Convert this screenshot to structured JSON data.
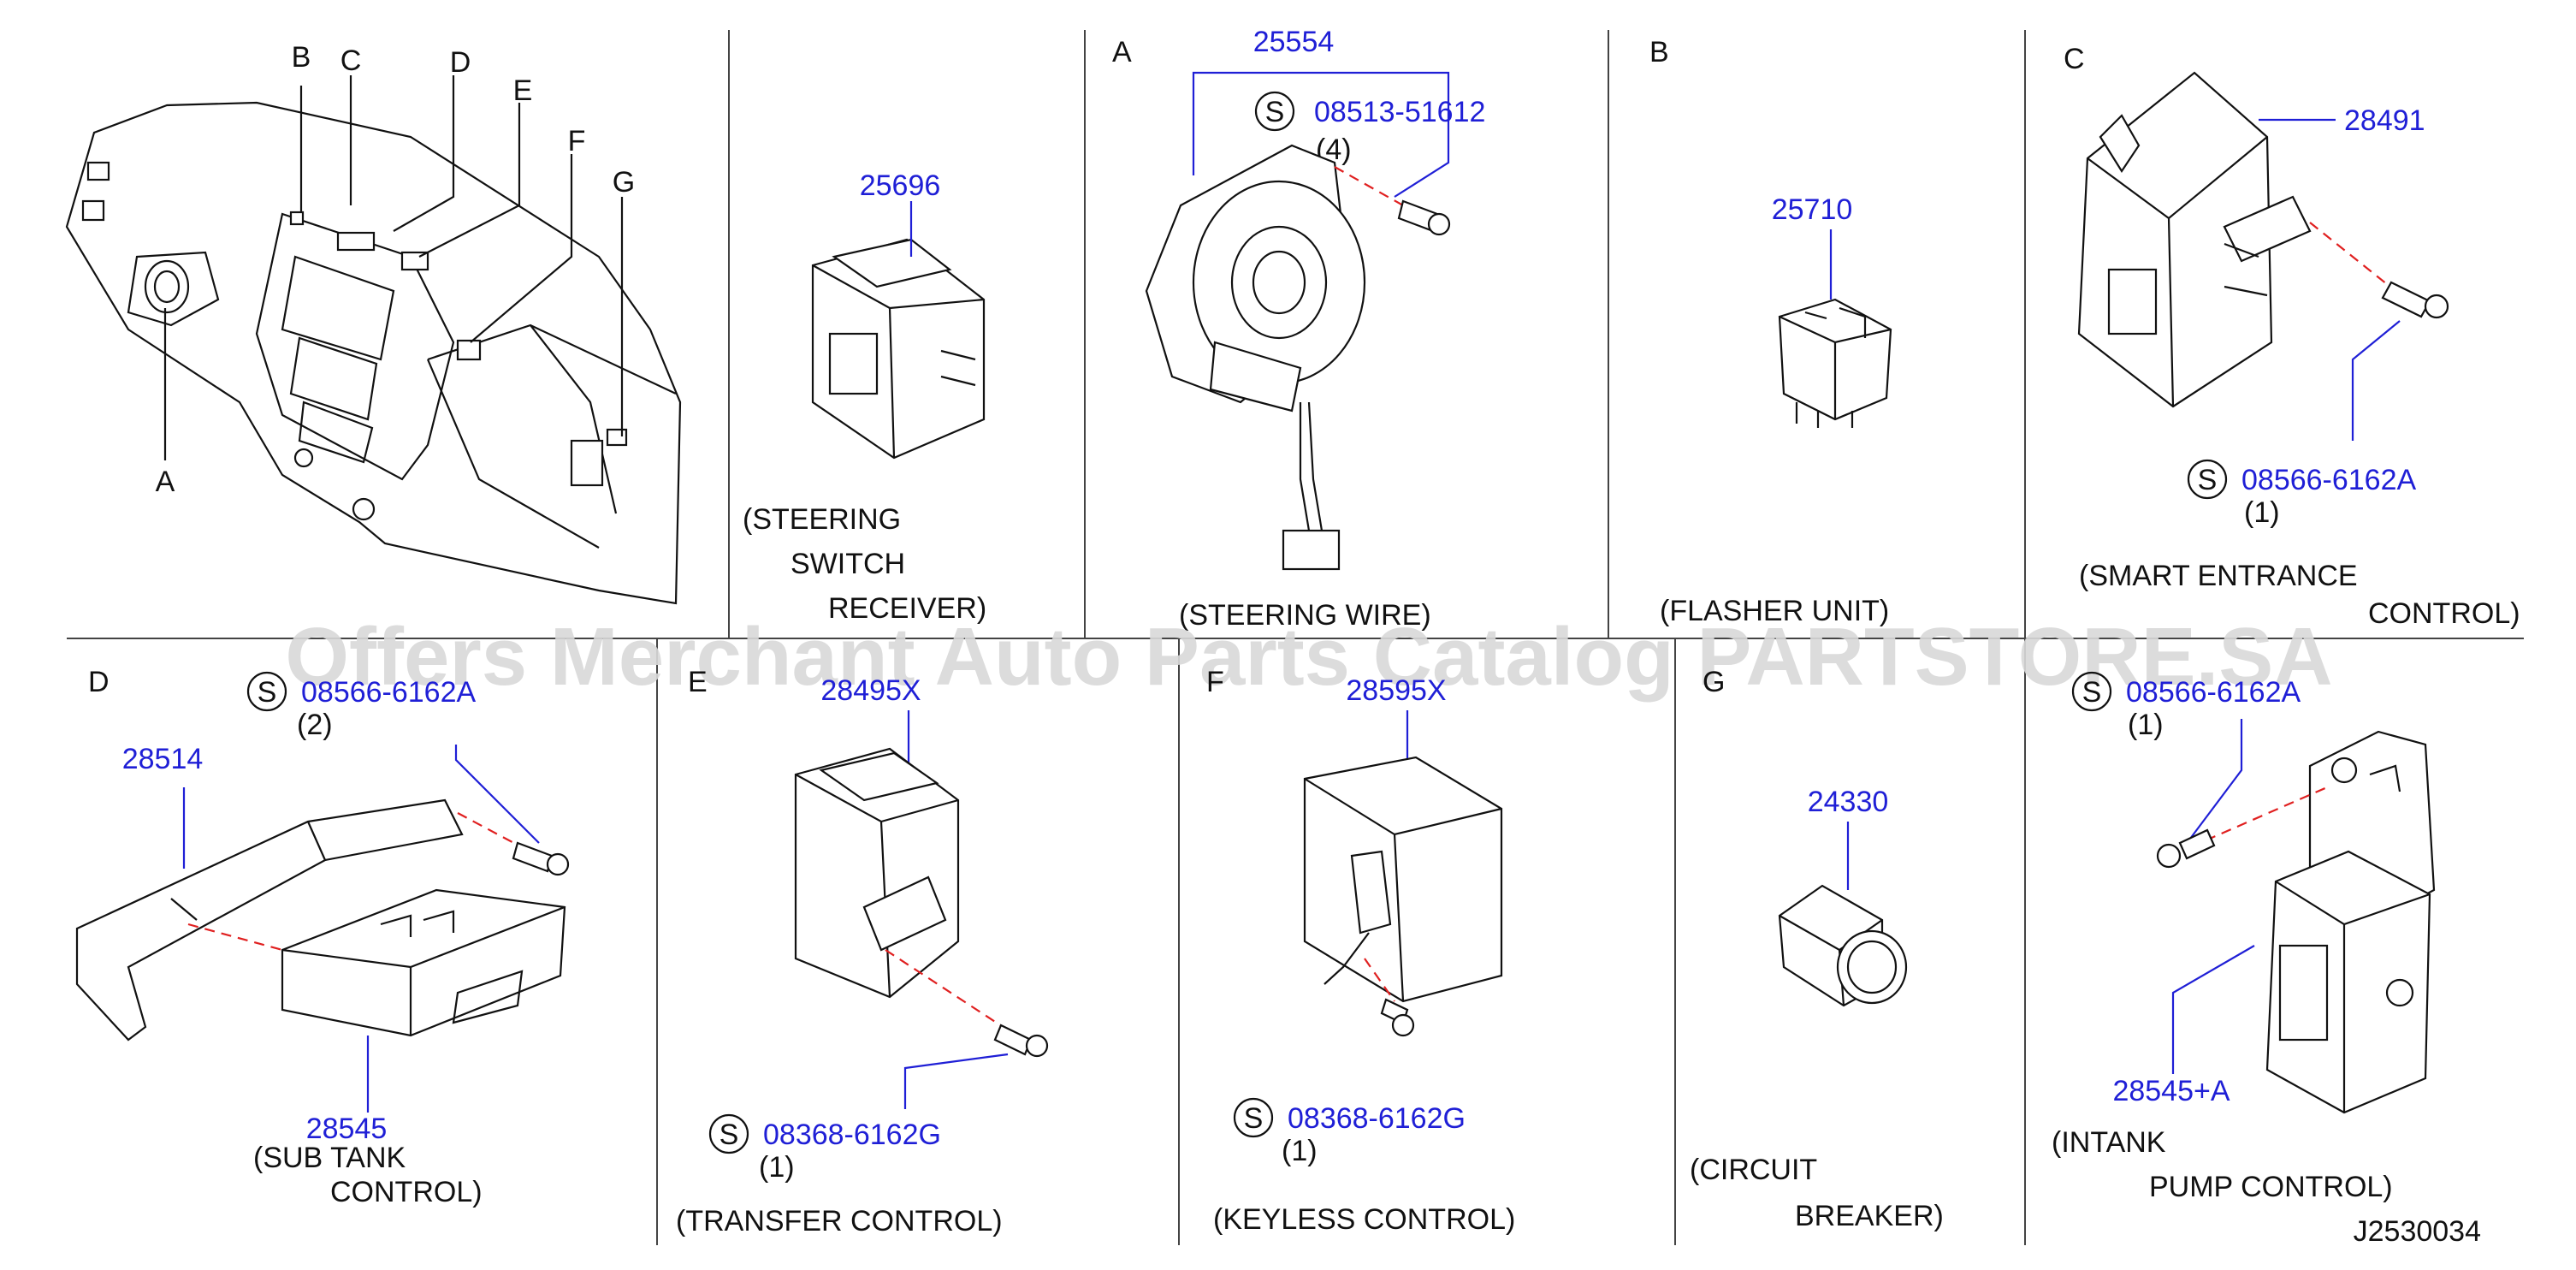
{
  "watermark": "Offers Merchant Auto Parts Catalog PARTSTORE.SA",
  "drawing_code": "J2530034",
  "overview": {
    "callouts": [
      "A",
      "B",
      "C",
      "D",
      "E",
      "F",
      "G"
    ]
  },
  "panels": {
    "steering_switch_receiver": {
      "part_no": "25696",
      "caption": [
        "(STEERING",
        "SWITCH",
        "RECEIVER)"
      ]
    },
    "steering_wire": {
      "letter": "A",
      "part_no": "25554",
      "screw_symbol": "S",
      "screw_no": "08513-51612",
      "screw_qty": "(4)",
      "caption": [
        "(STEERING   WIRE)"
      ]
    },
    "flasher_unit": {
      "letter": "B",
      "part_no": "25710",
      "caption": [
        "(FLASHER   UNIT)"
      ]
    },
    "smart_entrance_control": {
      "letter": "C",
      "part_no": "28491",
      "screw_symbol": "S",
      "screw_no": "08566-6162A",
      "screw_qty": "(1)",
      "caption": [
        "(SMART   ENTRANCE",
        "CONTROL)"
      ]
    },
    "sub_tank_control": {
      "letter": "D",
      "bracket_no": "28514",
      "part_no": "28545",
      "screw_symbol": "S",
      "screw_no": "08566-6162A",
      "screw_qty": "(2)",
      "caption": [
        "(SUB   TANK",
        "CONTROL)"
      ]
    },
    "transfer_control": {
      "letter": "E",
      "part_no": "28495X",
      "screw_symbol": "S",
      "screw_no": "08368-6162G",
      "screw_qty": "(1)",
      "caption": [
        "(TRANSFER   CONTROL)"
      ]
    },
    "keyless_control": {
      "letter": "F",
      "part_no": "28595X",
      "screw_symbol": "S",
      "screw_no": "08368-6162G",
      "screw_qty": "(1)",
      "caption": [
        "(KEYLESS   CONTROL)"
      ]
    },
    "circuit_breaker": {
      "letter": "G",
      "part_no": "24330",
      "caption": [
        "(CIRCUIT",
        "BREAKER)"
      ]
    },
    "intank_pump_control": {
      "part_no": "28545+A",
      "screw_symbol": "S",
      "screw_no": "08566-6162A",
      "screw_qty": "(1)",
      "caption": [
        "(INTANK",
        "PUMP   CONTROL)"
      ]
    }
  }
}
